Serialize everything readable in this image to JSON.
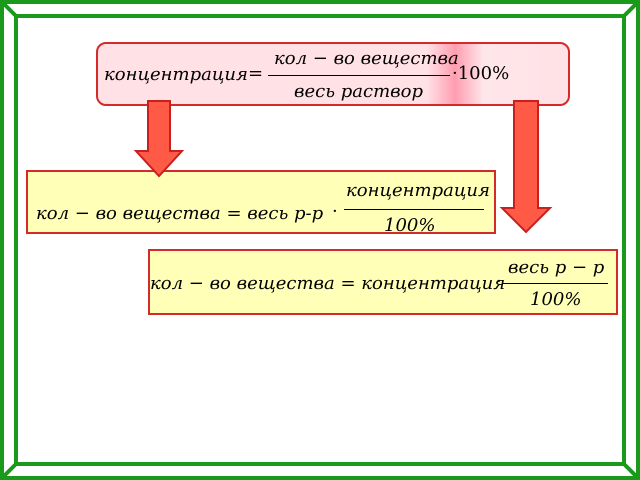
{
  "colors": {
    "frame_green": "#1a9a1a",
    "box_border": "#d42a2a",
    "top_fill": "#ffe1e6",
    "note_fill": "#ffffb8",
    "arrow_fill": "#ff5a45",
    "arrow_stroke": "#c8201f"
  },
  "formula_top": {
    "lhs": "концентрация",
    "equals": "=",
    "numerator": "кол − во   вещества",
    "denominator": "весь   раствор",
    "factor": "·100%"
  },
  "formula_mid": {
    "lhs": "кол − во   вещества = весь    р-р",
    "dot": "·",
    "numerator": "концентрация",
    "denominator": "100%"
  },
  "formula_bot": {
    "lhs": "кол − во   вещества = концентрация",
    "dot": "·",
    "numerator": "весь    р − р",
    "denominator": "100%"
  },
  "arrows": [
    "arrow-left-down",
    "arrow-right-down"
  ]
}
